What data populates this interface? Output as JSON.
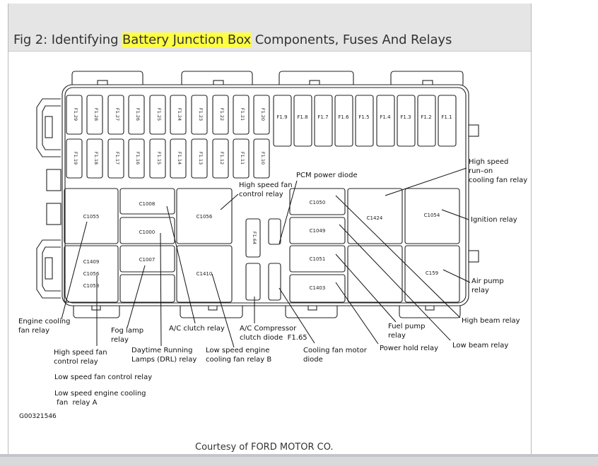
{
  "figure": {
    "title_prefix": "Fig 2: Identifying ",
    "title_highlight": "Battery Junction Box",
    "title_suffix": " Components, Fuses And Relays",
    "highlight_color": "#ffff44",
    "image_id": "G00321546",
    "credit": "Courtesy of FORD MOTOR CO."
  },
  "diagram": {
    "fuses_top_row": [
      "F1.29",
      "F1.28",
      "F1.27",
      "F1.26",
      "F1.25",
      "F1.24",
      "F1.23",
      "F1.22",
      "F1.21",
      "F1.20"
    ],
    "fuses_top_right": [
      "F1.9",
      "F1.8",
      "F1.7",
      "F1.6",
      "F1.5",
      "F1.4",
      "F1.3",
      "F1.2",
      "F1.1"
    ],
    "fuses_second_row": [
      "F1.19",
      "F1.18",
      "F1.17",
      "F1.16",
      "F1.15",
      "F1.14",
      "F1.13",
      "F1.12",
      "F1.11",
      "F1.10"
    ],
    "relays": {
      "c1055": "C1055",
      "c1008": "C1008",
      "c1000": "C1000",
      "c1007": "C1007",
      "c1056_top": "C1056",
      "c1409": "C1409",
      "c1056_bottom": "C1056",
      "c1058": "C1058",
      "c1410": "C1410",
      "f164": "F1.64",
      "c1050": "C1050",
      "c1049": "C1049",
      "c1051": "C1051",
      "c1403": "C1403",
      "c1424": "C1424",
      "c1054": "C1054",
      "c159": "C159"
    },
    "callouts": {
      "high_speed_runon": "High speed\nrun–on\ncooling fan relay",
      "ignition_relay": "Ignition relay",
      "air_pump_relay": "Air pump\nrelay",
      "high_beam_relay": "High beam relay",
      "low_beam_relay": "Low beam relay",
      "fuel_pump_relay": "Fuel pump\nrelay",
      "power_hold_relay": "Power hold relay",
      "cooling_fan_motor_diode": "Cooling fan motor\ndiode",
      "ac_compressor_diode": "A/C Compressor\nclutch diode  F1.65",
      "pcm_power_diode": "PCM power diode",
      "high_speed_fan_control_relay_top": "High speed fan\ncontrol relay",
      "low_speed_engine_b": "Low speed engine\ncooling fan relay B",
      "ac_clutch_relay": "A/C clutch relay",
      "drl_relay": "Daytime Running\nLamps (DRL) relay",
      "fog_lamp_relay": "Fog lamp\nrelay",
      "high_speed_fan_control_relay_left": "High speed fan\ncontrol relay",
      "engine_cooling_fan_relay": "Engine cooling\nfan relay",
      "low_speed_fan_control_relay": "Low speed fan control relay",
      "low_speed_engine_a": "Low speed engine cooling\n fan  relay A"
    }
  }
}
